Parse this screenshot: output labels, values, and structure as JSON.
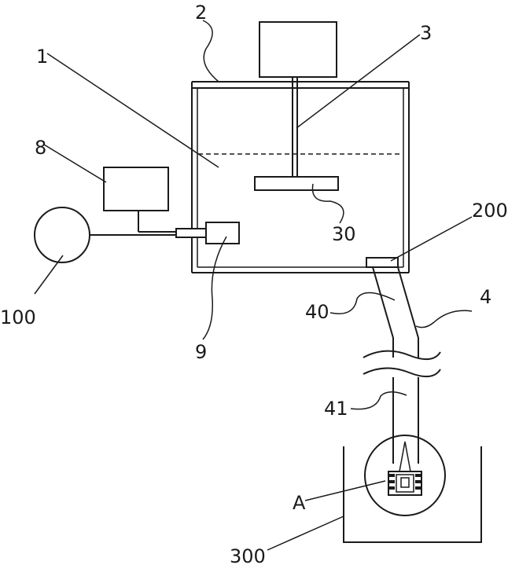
{
  "labels": {
    "l1": "1",
    "l2": "2",
    "l3": "3",
    "l8": "8",
    "l9": "9",
    "l30": "30",
    "l100": "100",
    "l200": "200",
    "l4": "4",
    "l40": "40",
    "l41": "41",
    "lA": "A",
    "l300": "300"
  }
}
